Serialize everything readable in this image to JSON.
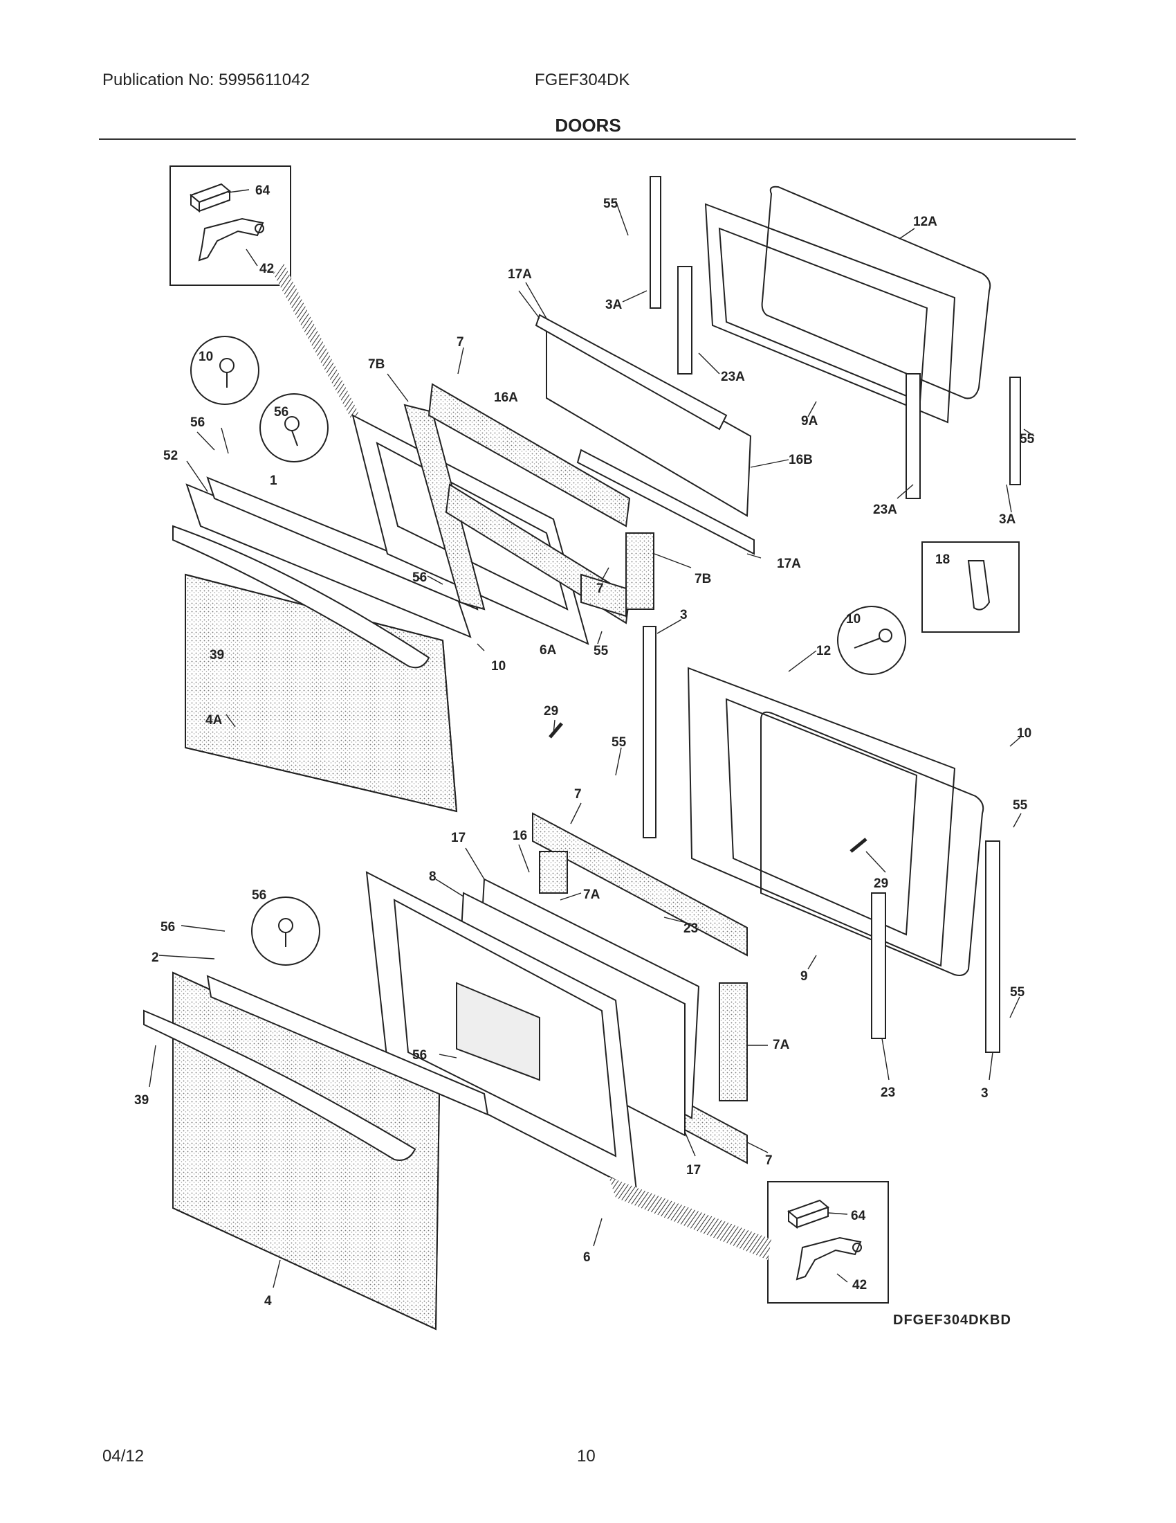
{
  "header": {
    "publication": "Publication No: 5995611042",
    "model": "FGEF304DK",
    "section_title": "DOORS"
  },
  "diagram": {
    "code": "DFGEF304DKBD",
    "callouts": {
      "c64a": "64",
      "c42a": "42",
      "c55a": "55",
      "c12A": "12A",
      "c17Aa": "17A",
      "c3Aa": "3A",
      "c23Aa": "23A",
      "c7a": "7",
      "c7Ba": "7B",
      "c16A": "16A",
      "c9A": "9A",
      "c10a": "10",
      "c56a": "56",
      "c56b": "56",
      "c52": "52",
      "c1": "1",
      "c55b": "55",
      "c16B": "16B",
      "c23Ab": "23A",
      "c3Ab": "3A",
      "c17Ab": "17A",
      "c18": "18",
      "c7b": "7",
      "c7Bb": "7B",
      "c56c": "56",
      "c39a": "39",
      "c6A": "6A",
      "c55c": "55",
      "c10b": "10",
      "c4A": "4A",
      "c3a": "3",
      "c10c": "10",
      "c12": "12",
      "c29a": "29",
      "c10d": "10",
      "c55d": "55",
      "c55e": "55",
      "c7c": "7",
      "c17a": "17",
      "c16": "16",
      "c8": "8",
      "c7Aa": "7A",
      "c29b": "29",
      "c23a": "23",
      "c9": "9",
      "c56d": "56",
      "c56e": "56",
      "c2": "2",
      "c55f": "55",
      "c7Ab": "7A",
      "c39b": "39",
      "c56f": "56",
      "c23b": "23",
      "c3b": "3",
      "c7d": "7",
      "c17b": "17",
      "c64b": "64",
      "c6": "6",
      "c42b": "42",
      "c4": "4"
    }
  },
  "footer": {
    "date": "04/12",
    "page": "10"
  }
}
